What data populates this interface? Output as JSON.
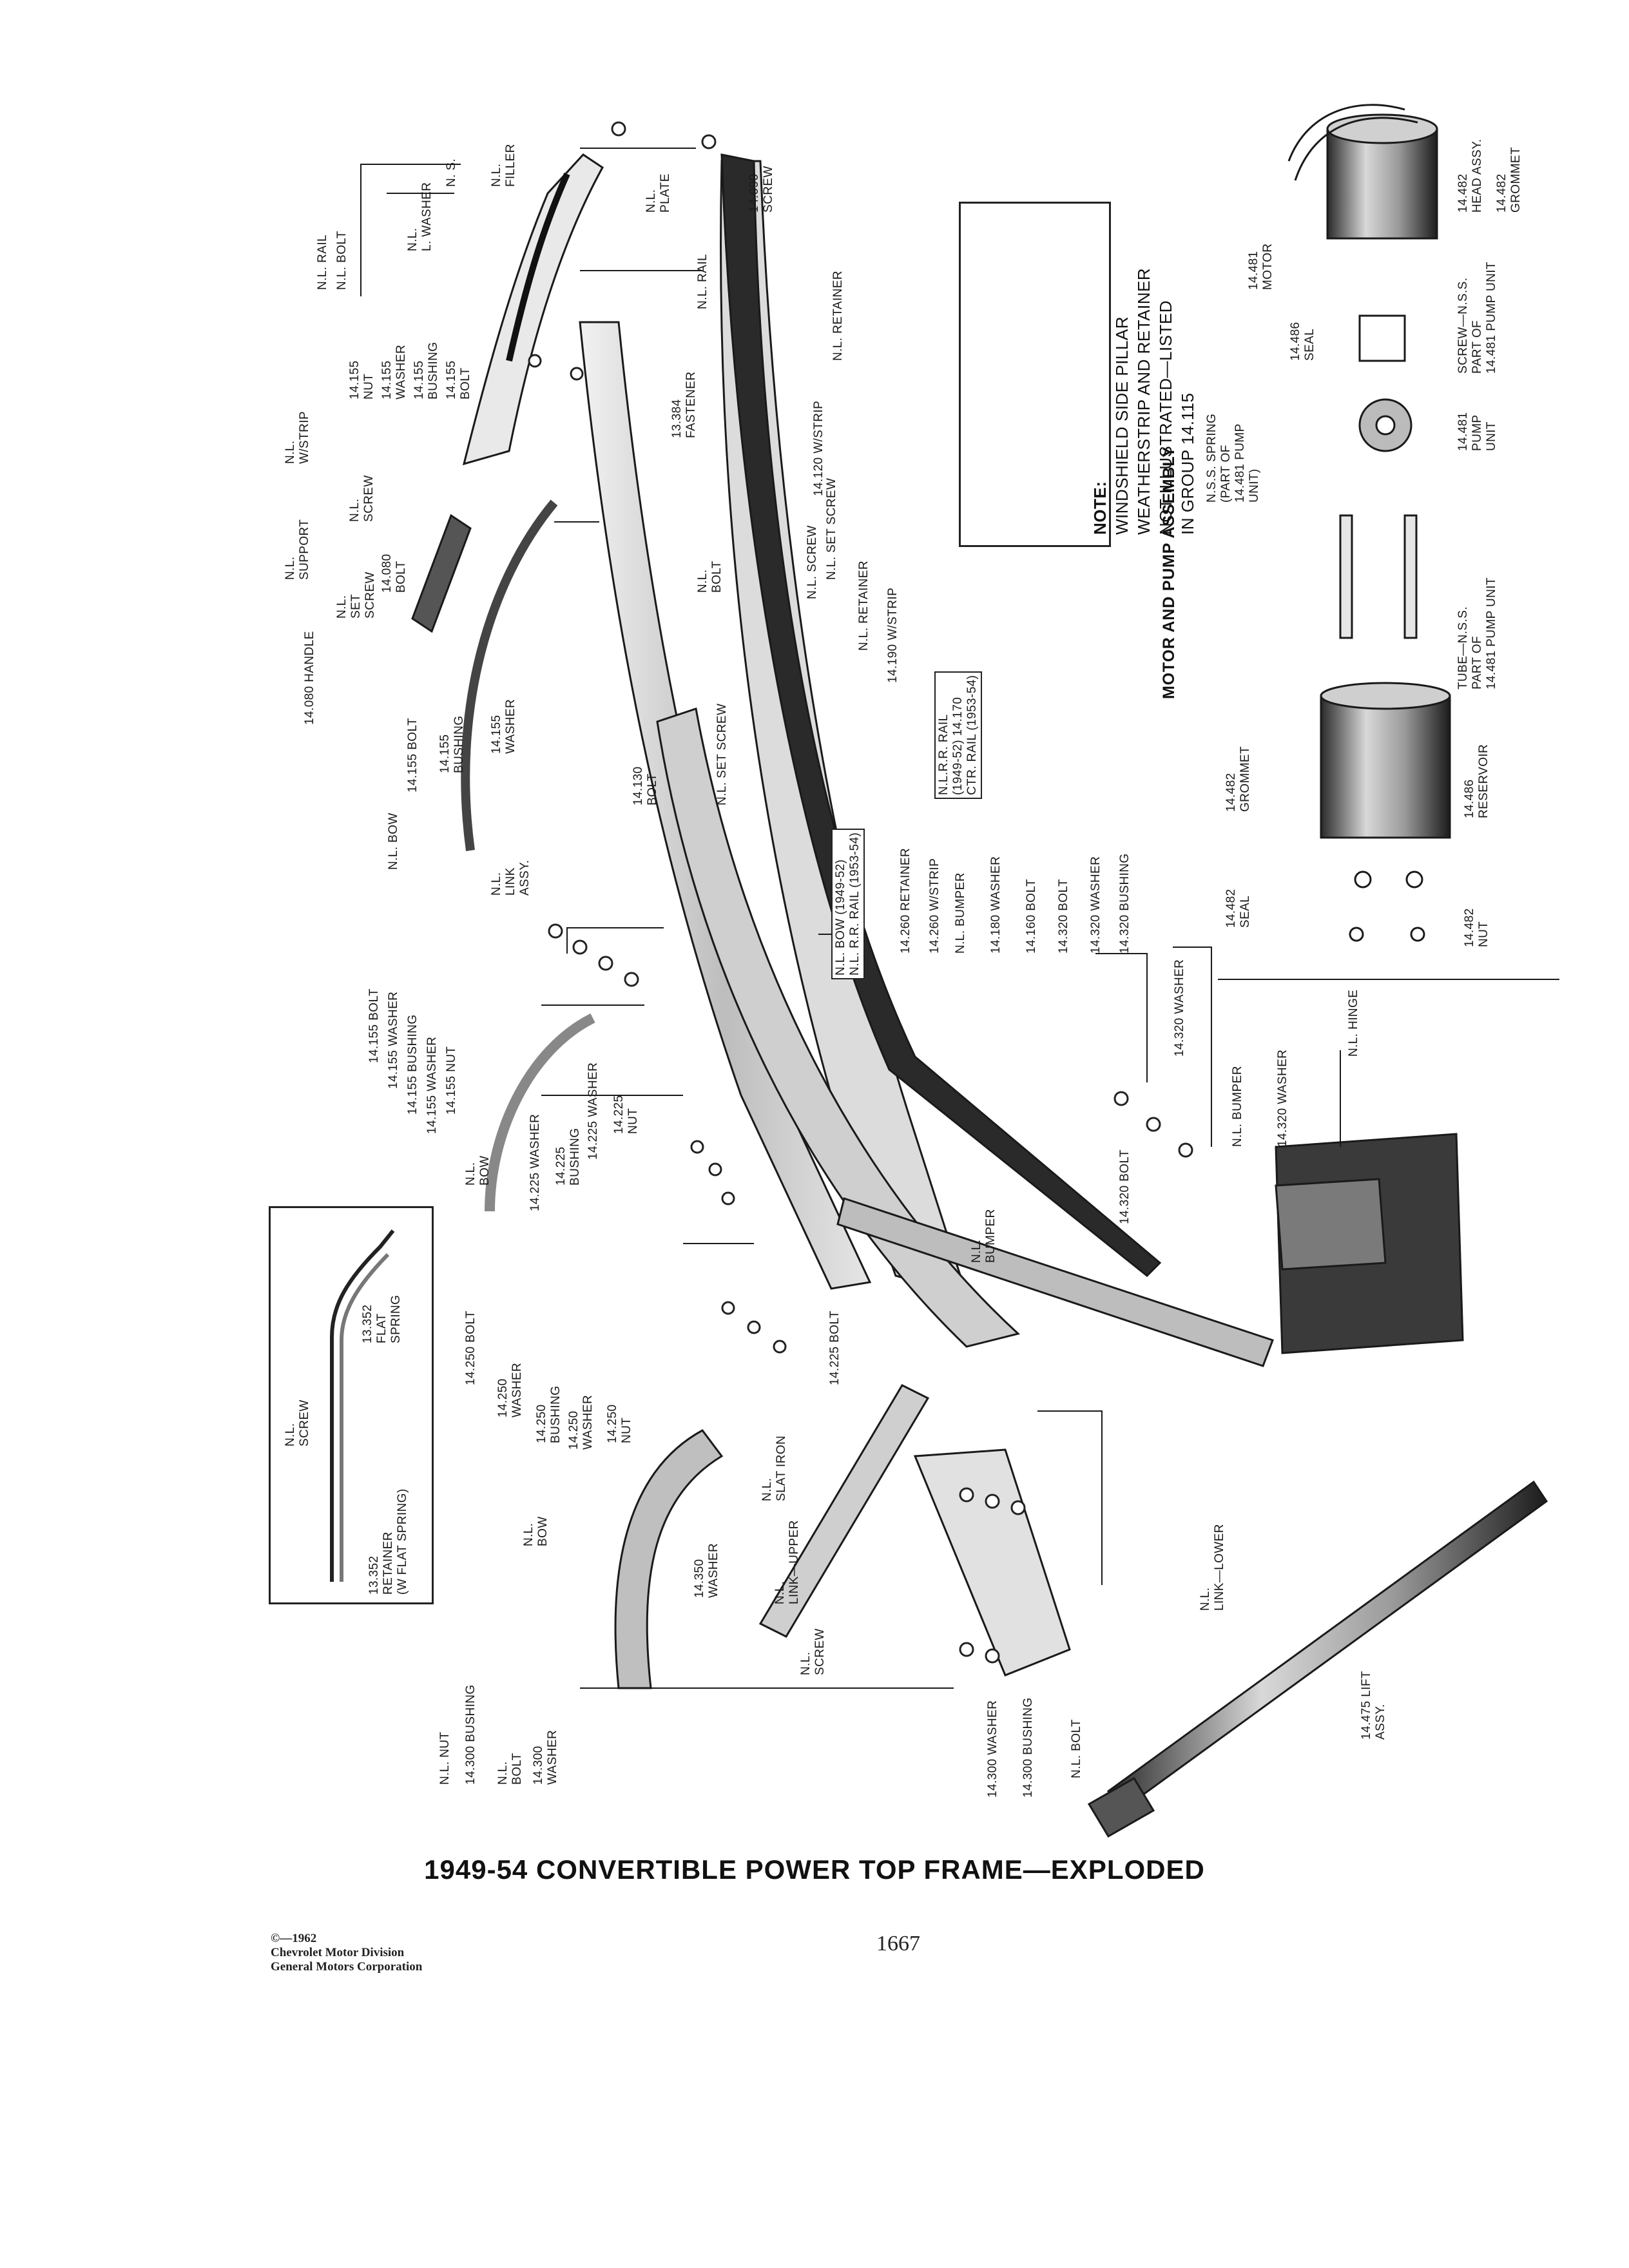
{
  "title": "1949-54 CONVERTIBLE POWER TOP FRAME—EXPLODED",
  "page_number": "1667",
  "copyright": [
    "©—1962",
    "Chevrolet Motor Division",
    "General Motors Corporation"
  ],
  "note": {
    "heading": "NOTE:",
    "lines": [
      "WINDSHIELD SIDE PILLAR",
      "WEATHERSTRIP AND RETAINER",
      "NOT ILLUSTRATED—LISTED",
      "IN GROUP 14.115"
    ]
  },
  "motor_section_title": "MOTOR AND PUMP ASSEMBLY",
  "labels": {
    "nl_rail": "N.L. RAIL",
    "nl_bolt_top": "N.L. BOLT",
    "nl_l_washer": "N.L.\nL. WASHER",
    "nl_s": "N. S.",
    "nl_filler": "N.L.\nFILLER",
    "nl_plate": "N.L.\nPLATE",
    "s14090_screw": "14.090\nSCREW",
    "nl_rail_2": "N.L. RAIL",
    "nl_retainer_1": "N.L. RETAINER",
    "s14155_nut": "14.155\nNUT",
    "s14155_washer": "14.155\nWASHER",
    "s14155_bushing": "14.155\nBUSHING",
    "s14155_bolt": "14.155\nBOLT",
    "s13384_fastener": "13.384\nFASTENER",
    "s14120_wstrip": "14.120 W/STRIP",
    "nl_wstrip": "N.L.\nW/STRIP",
    "nl_screw_1": "N.L.\nSCREW",
    "nl_set_screw_1": "N.L. SET SCREW",
    "nl_support": "N.L.\nSUPPORT",
    "s14080_bolt": "14.080\nBOLT",
    "nl_set_screw_2": "N.L.\nSET\nSCREW",
    "s14080_handle": "14.080 HANDLE",
    "nl_screw_2": "N.L. SCREW",
    "nl_bolt_mid": "N.L.\nBOLT",
    "nl_retainer_2": "N.L. RETAINER",
    "s14190_wstrip": "14.190 W/STRIP",
    "nl_rr_rail": "N.L.R.R. RAIL\n(1949-52) 14.170\nCTR. RAIL (1953-54)",
    "s14155_bolt_2": "14.155 BOLT",
    "s14155_bushing_2": "14.155\nBUSHING",
    "s14155_washer_2": "14.155\nWASHER",
    "s14130_bolt": "14.130\nBOLT",
    "nl_set_screw_3": "N.L. SET SCREW",
    "nl_bow_1": "N.L. BOW",
    "nl_link_assy": "N.L.\nLINK\nASSY.",
    "nl_bow_rr_rail": "N.L. BOW (1949-52)\nN.L. R.R. RAIL (1953-54)",
    "s14260_retainer": "14.260 RETAINER",
    "s14260_wstrip": "14.260 W/STRIP",
    "nl_bumper_1": "N.L. BUMPER",
    "s14180_washer": "14.180 WASHER",
    "s14160_bolt": "14.160 BOLT",
    "s14320_bolt": "14.320 BOLT",
    "s14320_washer": "14.320 WASHER",
    "s14320_bushing": "14.320 BUSHING",
    "s14155_bolt_3": "14.155 BOLT",
    "s14155_washer_3": "14.155 WASHER",
    "s14155_bushing_3": "14.155 BUSHING",
    "s14155_washer_4": "14.155 WASHER",
    "s14155_nut_2": "14.155 NUT",
    "s14225_washer": "14.225 WASHER",
    "s14225_bushing": "14.225\nBUSHING",
    "s14225_washer_2": "14.225 WASHER",
    "s14225_nut": "14.225\nNUT",
    "nl_bow_2": "N.L.\nBOW",
    "s14320_washer_2": "14.320 WASHER",
    "nl_bumper_2": "N.L. BUMPER",
    "s14320_washer_3": "14.320 WASHER",
    "nl_hinge": "N.L. HINGE",
    "s14320_bolt_2": "14.320 BOLT",
    "nl_bumper_3": "N.L.\nBUMPER",
    "s14250_bolt": "14.250 BOLT",
    "s14250_washer": "14.250\nWASHER",
    "s14250_bushing": "14.250\nBUSHING",
    "s14250_washer_2": "14.250\nWASHER",
    "s14250_nut": "14.250\nNUT",
    "s14225_bolt": "14.225 BOLT",
    "nl_slat_iron": "N.L.\nSLAT IRON",
    "nl_bow_3": "N.L.\nBOW",
    "s14350_washer": "14.350\nWASHER",
    "nl_link_upper": "N.L.\nLINK—UPPER",
    "nl_screw_3": "N.L.\nSCREW",
    "nl_link_lower": "N.L.\nLINK—LOWER",
    "s14300_washer": "14.300 WASHER",
    "s14300_bushing": "14.300 BUSHING",
    "nl_bolt_low": "N.L. BOLT",
    "s14475_lift": "14.475 LIFT\nASSY.",
    "nl_nut": "N.L. NUT",
    "s14300_bushing_2": "14.300 BUSHING",
    "nl_bolt_low2": "N.L.\nBOLT",
    "s14300_washer_2": "14.300\nWASHER",
    "inset_nl_screw": "N.L.\nSCREW",
    "inset_flat_spring": "13.352\nFLAT\nSPRING",
    "inset_retainer": "13.352\nRETAINER\n(W FLAT SPRING)",
    "m14482_head": "14.482\nHEAD ASSY.",
    "m14482_grommet": "14.482\nGROMMET",
    "m14481_motor": "14.481\nMOTOR",
    "m14486_seal": "14.486\nSEAL",
    "m_screw_nss": "SCREW—N.S.S.\nPART OF\n14.481 PUMP UNIT",
    "m_nss_spring": "N.S.S. SPRING\n(PART OF\n14.481 PUMP\nUNIT)",
    "m14481_pump": "14.481\nPUMP\nUNIT",
    "m_tube_nss": "TUBE—N.S.S.\nPART OF\n14.481 PUMP UNIT",
    "m14482_grommet_2": "14.482\nGROMMET",
    "m14486_reservoir": "14.486\nRESERVOIR",
    "m14482_seal": "14.482\nSEAL",
    "m14482_nut": "14.482\nNUT"
  }
}
